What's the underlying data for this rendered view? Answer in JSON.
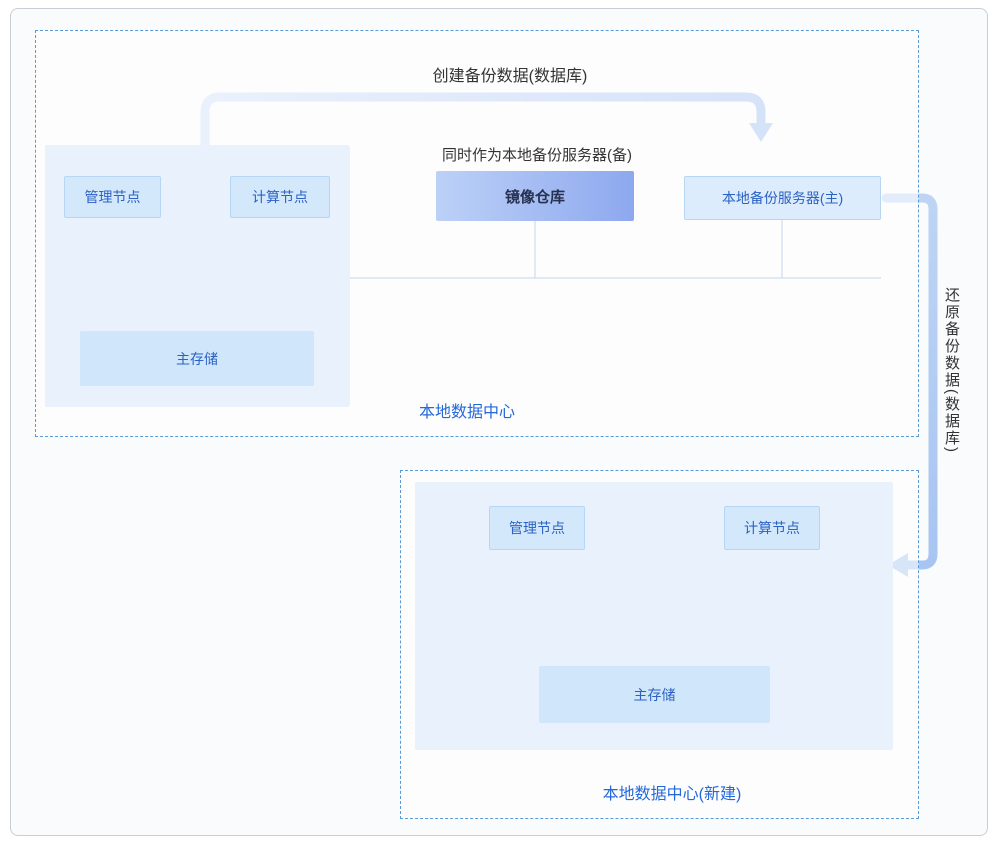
{
  "captions": {
    "create_backup": "创建备份数据(数据库)",
    "dual_role": "同时作为本地备份服务器(备)",
    "restore_backup": "还原备份数据(数据库)"
  },
  "dc1": {
    "title": "本地数据中心",
    "mgmt_node": "管理节点",
    "compute_node": "计算节点",
    "mirror_repo": "镜像仓库",
    "backup_server": "本地备份服务器(主)",
    "main_storage": "主存储"
  },
  "dc2": {
    "title": "本地数据中心(新建)",
    "mgmt_node": "管理节点",
    "compute_node": "计算节点",
    "main_storage": "主存储"
  },
  "colors": {
    "accent_text": "#2468d9",
    "node_text": "#2b62c4",
    "caption_text": "#333333",
    "dashed_border": "#5b9bd5",
    "panel_bg": "#e9f2fc",
    "node_bg": "#d4e8fc",
    "mirror_gradient_start": "#bcd1f7",
    "mirror_gradient_end": "#8ea8ef",
    "arrow_fill": "#aec9f1",
    "connector_line": "#7ba6da"
  }
}
